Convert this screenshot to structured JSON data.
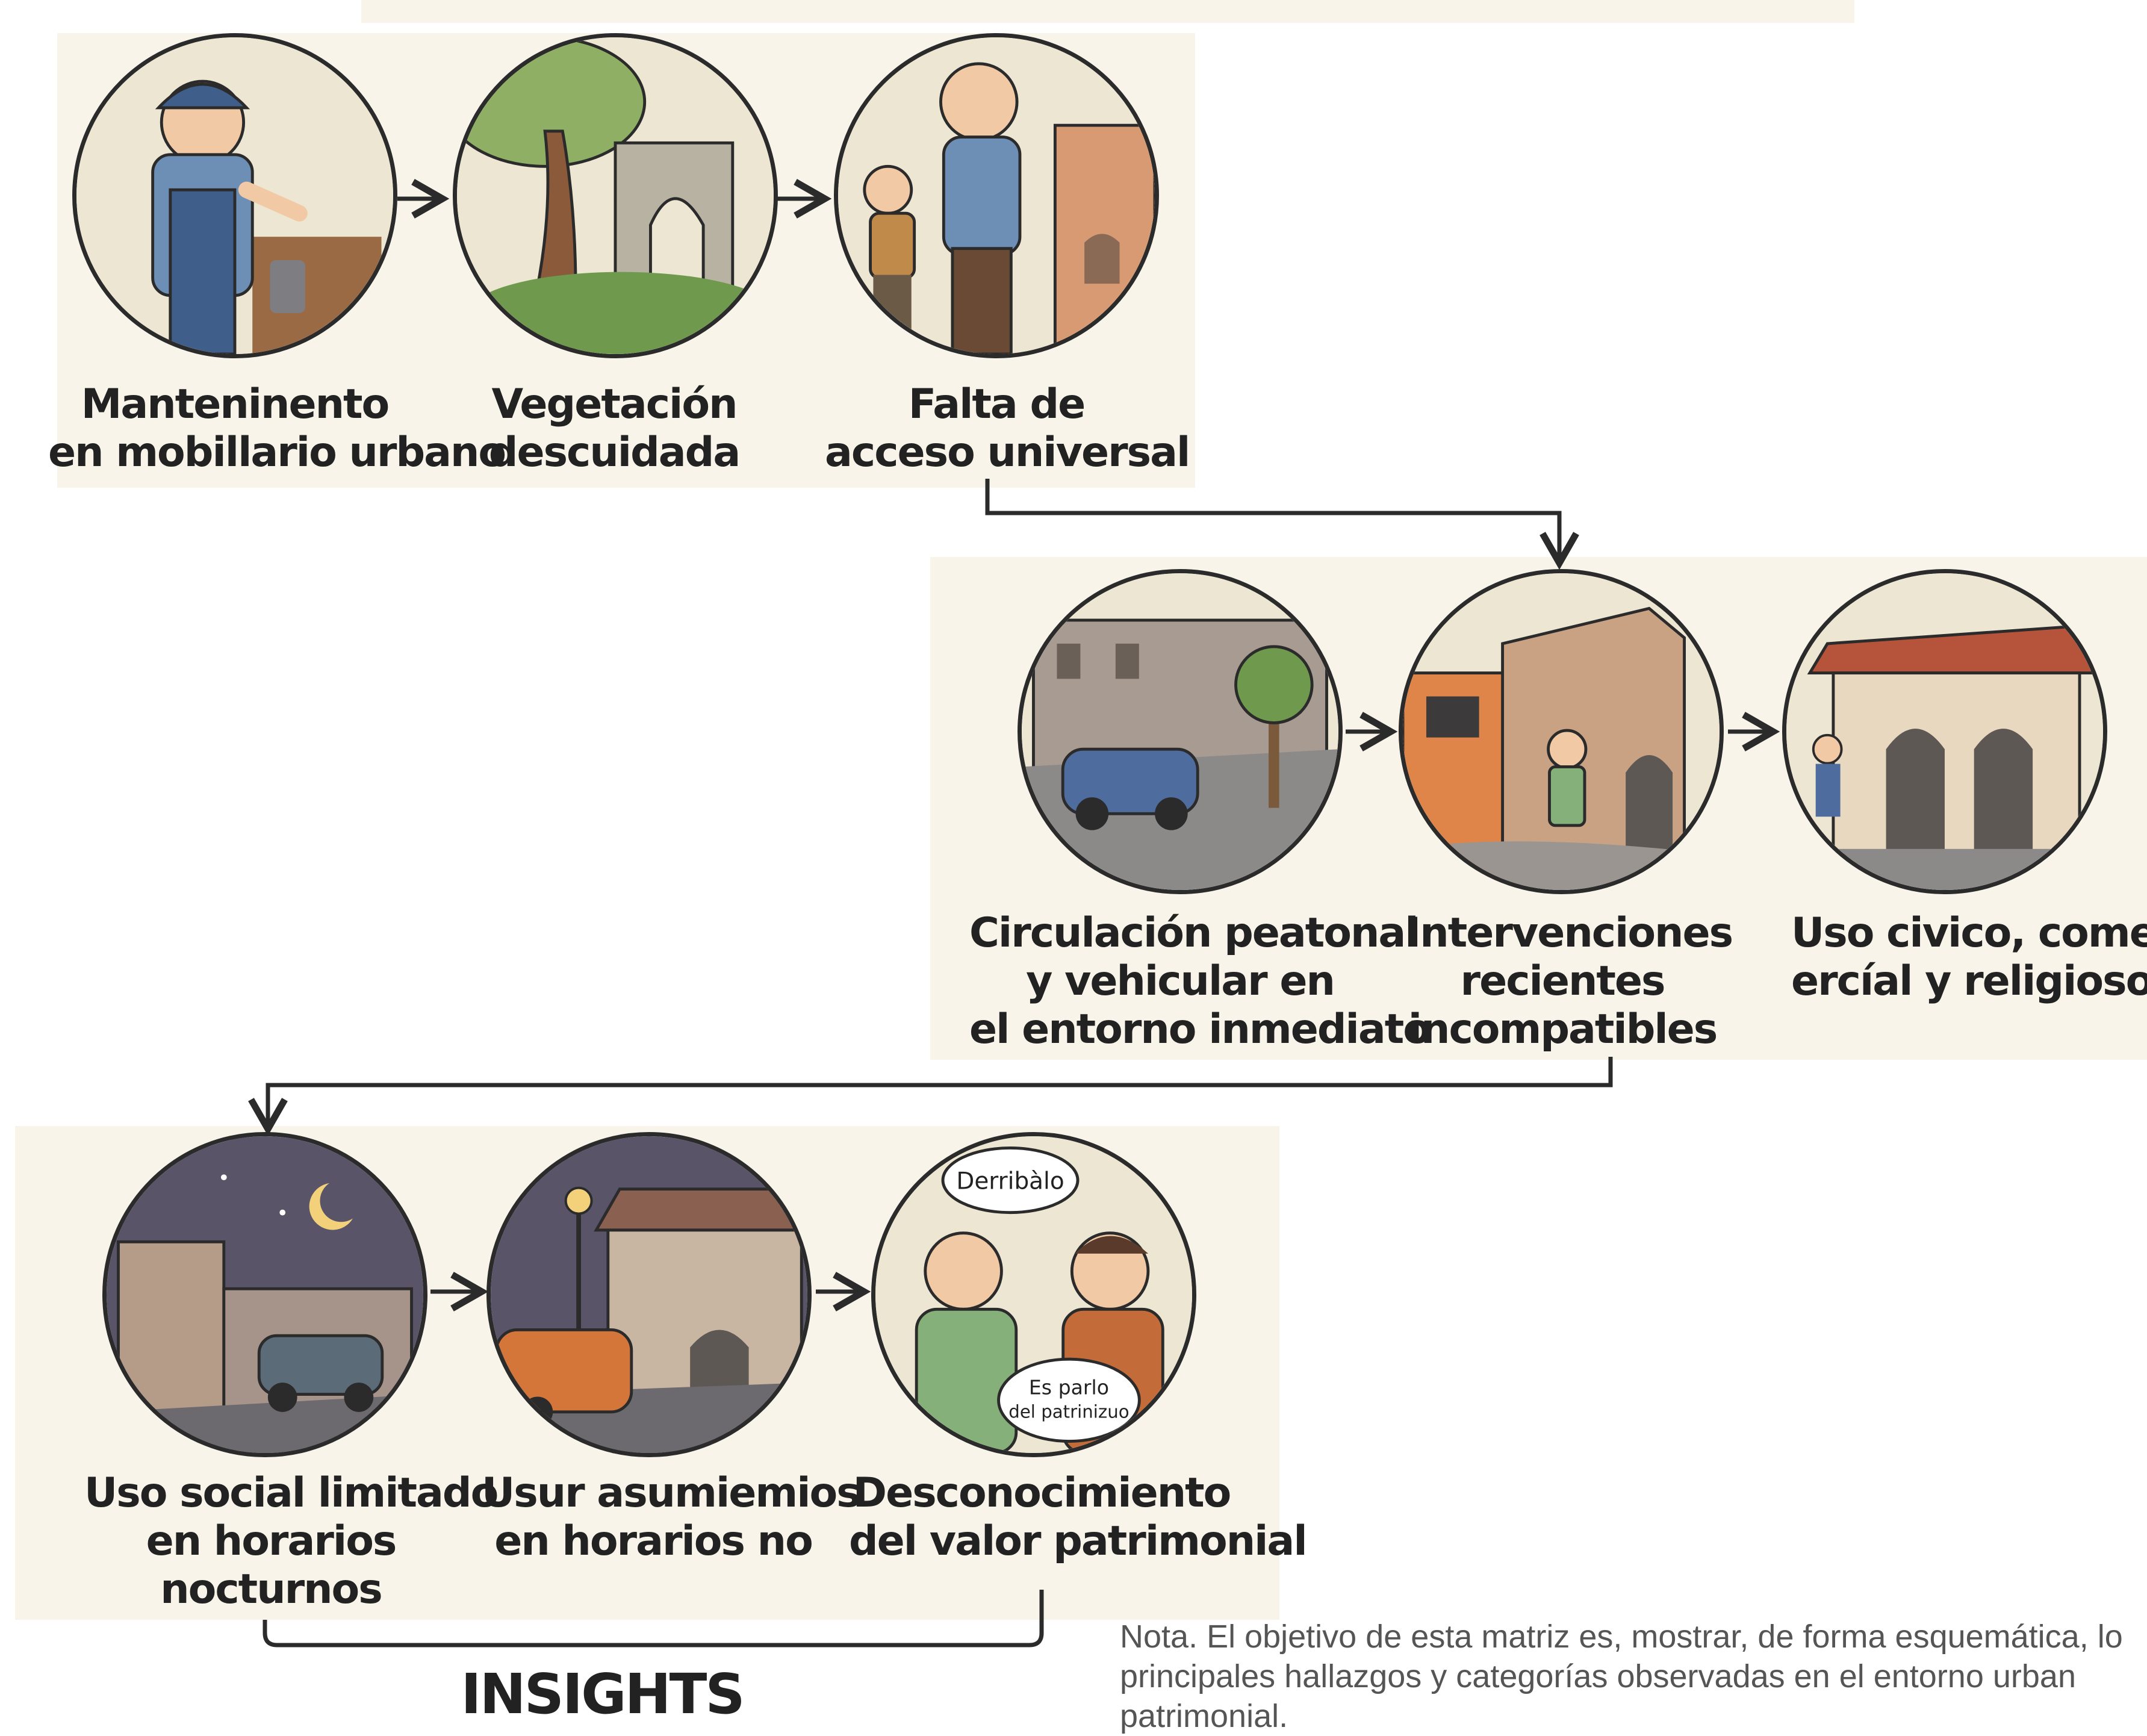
{
  "diagram": {
    "row1": [
      {
        "icon": "maintenance-worker-icon",
        "lines": [
          "Manteninento",
          "en mobillario urbano"
        ]
      },
      {
        "icon": "overgrown-ruin-icon",
        "lines": [
          "Vegetación",
          "descuidada"
        ]
      },
      {
        "icon": "elderly-access-icon",
        "lines": [
          "Falta de",
          "acceso universal"
        ]
      }
    ],
    "row2": [
      {
        "icon": "traffic-street-icon",
        "lines": [
          "Circulación peatonal",
          "y vehicular en",
          "el entorno inmediato"
        ]
      },
      {
        "icon": "incompatible-buildings-icon",
        "lines": [
          "Intervenciones",
          "recientes",
          "incompatibles"
        ]
      },
      {
        "icon": "arcade-building-icon",
        "lines": [
          "Uso civico, come -",
          "ercíal y religioso"
        ]
      }
    ],
    "row3": [
      {
        "icon": "night-street-icon",
        "lines": [
          "Uso social limitado",
          "en horarios",
          "nocturnos"
        ]
      },
      {
        "icon": "night-car-icon",
        "lines": [
          "Usur asumiemios",
          "en horarios no"
        ]
      },
      {
        "icon": "conversation-icon",
        "lines": [
          "Desconocimiento",
          "del valor patrimonial"
        ],
        "bubbles": {
          "top": "Derribàlo",
          "bottom_line1": "Es parlo",
          "bottom_line2": "del patrinizuo"
        }
      }
    ],
    "insights_label": "INSIGHTS",
    "note_lines": [
      "Nota. El objetivo de esta matriz es, mostrar, de forma esquemática, lo",
      "principales hallazgos y categorías observadas en el entorno urban",
      "patrimonial."
    ]
  },
  "colors": {
    "panel": "#f8f4e9",
    "outline": "#2b2b2b",
    "sky_day": "#ece6d2",
    "sky_night": "#5a5468",
    "brick": "#c98a5e",
    "roof": "#b5543a",
    "green": "#6f9a4e",
    "blue_shirt": "#6e8fb5",
    "car_blue": "#4e6d9e",
    "car_orange": "#d4763a"
  }
}
